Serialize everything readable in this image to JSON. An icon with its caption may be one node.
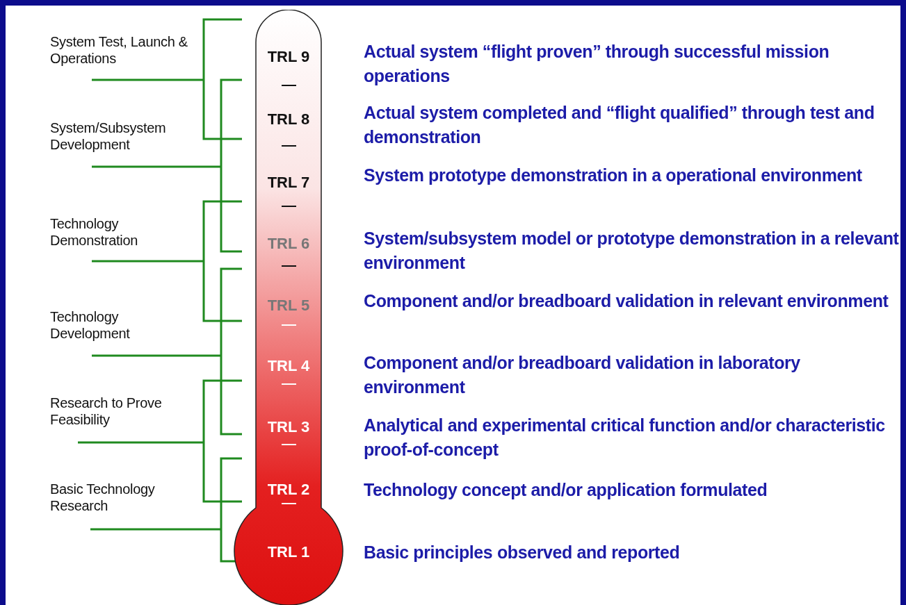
{
  "diagram": {
    "nodes": [
      {
        "text": [
          "TRL 9",
          "TRL 8",
          "TRL 7",
          "TRL 6",
          "TRL 5",
          "TRL 4",
          "TRL 3",
          "TRL 2",
          "TRL 1"
        ]
      }
    ],
    "labels": [
      "System Test, Launch & Operations",
      "System/Subsystem Development",
      "Technology Demonstration",
      "Technology Development",
      "Research to Prove Feasibility",
      "Basic Technology Research",
      "Actual system “flight proven” through successful mission operations",
      "Actual system completed and “flight qualified” through test and demonstration",
      "System prototype demonstration in a operational environment",
      "System/subsystem model or prototype demonstration in a relevant environment",
      "Component and/or breadboard validation in relevant environment",
      "Component and/or breadboard validation in laboratory environment",
      "Analytical and experimental critical function and/or characteristic proof-of-concept",
      "Technology concept and/or application formulated",
      "Basic principles observed and reported"
    ]
  }
}
